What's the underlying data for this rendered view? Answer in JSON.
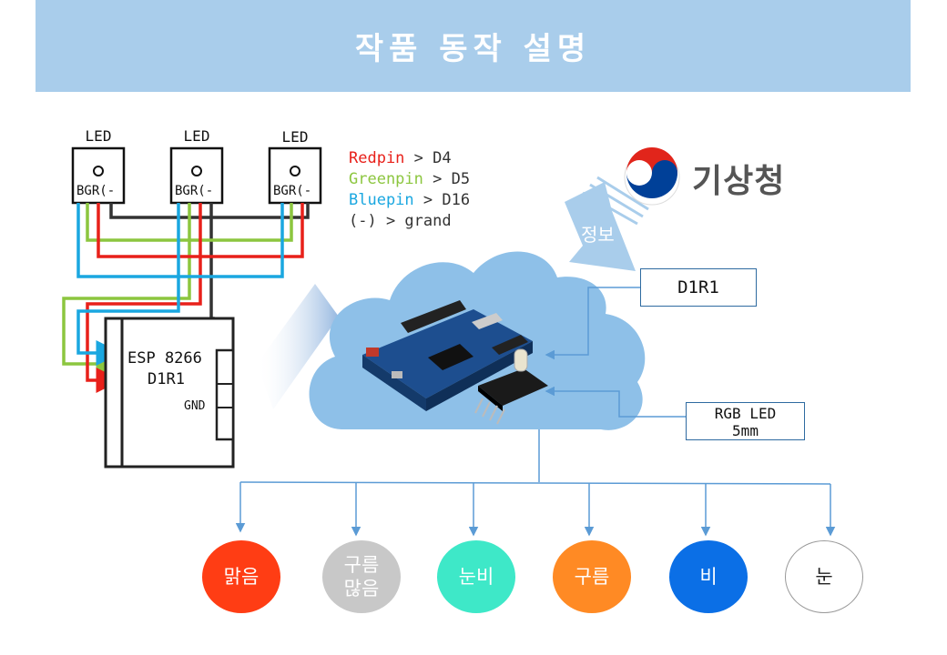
{
  "header": {
    "title": "작품 동작 설명"
  },
  "leds": [
    {
      "label": "LED",
      "pin_label": "BGR(-"
    },
    {
      "label": "LED",
      "pin_label": "BGR(-"
    },
    {
      "label": "LED",
      "pin_label": "BGR(-"
    }
  ],
  "pin_legend": [
    {
      "pin": "Redpin",
      "mapping": " > D4",
      "color": "#e8201a"
    },
    {
      "pin": "Greenpin",
      "mapping": " > D5",
      "color": "#8cc63f"
    },
    {
      "pin": "Bluepin",
      "mapping": " > D16",
      "color": "#1aa7e0"
    },
    {
      "pin": "(-)",
      "mapping": " > grand",
      "color": "#333333"
    }
  ],
  "esp_board": {
    "line1": "ESP 8266",
    "line2": "D1R1",
    "gnd_label": "GND"
  },
  "kma": {
    "name": "기상청",
    "info_label": "정보"
  },
  "labels": {
    "d1r1": "D1R1",
    "rgb_line1": "RGB LED",
    "rgb_line2": "5mm"
  },
  "weather_states": [
    {
      "line1": "맑음",
      "line2": "",
      "color": "#ff3d14"
    },
    {
      "line1": "구름",
      "line2": "많음",
      "color": "#c8c8c8"
    },
    {
      "line1": "눈비",
      "line2": "",
      "color": "#3ee8c8"
    },
    {
      "line1": "구름",
      "line2": "",
      "color": "#ff8a24"
    },
    {
      "line1": "비",
      "line2": "",
      "color": "#0b6fe6"
    },
    {
      "line1": "눈",
      "line2": "",
      "color": "#ffffff"
    }
  ],
  "colors": {
    "banner": "#a9cdeb",
    "red_wire": "#e8201a",
    "green_wire": "#8cc63f",
    "blue_wire": "#1aa7e0",
    "ground_wire": "#333333",
    "cloud": "#8ec0e8",
    "arrow_lines": "#5b9bd5"
  }
}
